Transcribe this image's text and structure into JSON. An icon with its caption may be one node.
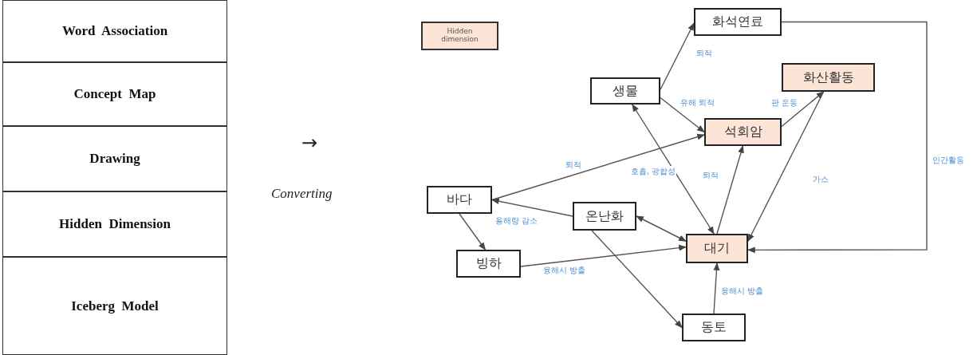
{
  "diagram": {
    "nodes": [
      {
        "text": [
          "Word  Association"
        ]
      },
      {
        "text": [
          "Concept  Map"
        ]
      },
      {
        "text": [
          "Drawing"
        ]
      },
      {
        "text": [
          "Hidden  Dimension"
        ]
      },
      {
        "text": [
          "Iceberg  Model"
        ]
      },
      {
        "text": [
          "화석연료"
        ]
      },
      {
        "text": [
          "생물"
        ]
      },
      {
        "text": [
          "화산활동"
        ]
      },
      {
        "text": [
          "석회암"
        ]
      },
      {
        "text": [
          "바다"
        ]
      },
      {
        "text": [
          "온난화"
        ]
      },
      {
        "text": [
          "빙하"
        ]
      },
      {
        "text": [
          "대기"
        ]
      },
      {
        "text": [
          "동토"
        ]
      }
    ],
    "edges": [
      {
        "from": 6,
        "to": 5,
        "arrow": "to",
        "label": "퇴적"
      },
      {
        "from": 6,
        "to": 8,
        "arrow": "to",
        "label": "유해 퇴적"
      },
      {
        "from": 9,
        "to": 8,
        "arrow": "to",
        "label": "퇴적"
      },
      {
        "from": 12,
        "to": 6,
        "arrow": "both",
        "label": "호흡, 광합성"
      },
      {
        "from": 12,
        "to": 8,
        "arrow": "to",
        "label": "퇴적"
      },
      {
        "from": 8,
        "to": 7,
        "arrow": "to",
        "label": "판 운동"
      },
      {
        "from": 7,
        "to": 12,
        "arrow": "to",
        "label": "가스"
      },
      {
        "from": 5,
        "to": 12,
        "arrow": "to",
        "label": "인간활동"
      },
      {
        "from": 10,
        "to": 9,
        "arrow": "to",
        "label": "용해량 감소"
      },
      {
        "from": 9,
        "to": 11,
        "arrow": "to"
      },
      {
        "from": 11,
        "to": 12,
        "arrow": "to",
        "label": "융해시 방출"
      },
      {
        "from": 10,
        "to": 12,
        "arrow": "both"
      },
      {
        "from": 10,
        "to": 13,
        "arrow": "to"
      },
      {
        "from": 13,
        "to": 12,
        "arrow": "to",
        "label": "융해시 방출"
      }
    ],
    "labels": [
      "→",
      "Converting"
    ],
    "legend": [
      {
        "text": "Hidden dimension",
        "color": "#fce4d6"
      }
    ]
  }
}
